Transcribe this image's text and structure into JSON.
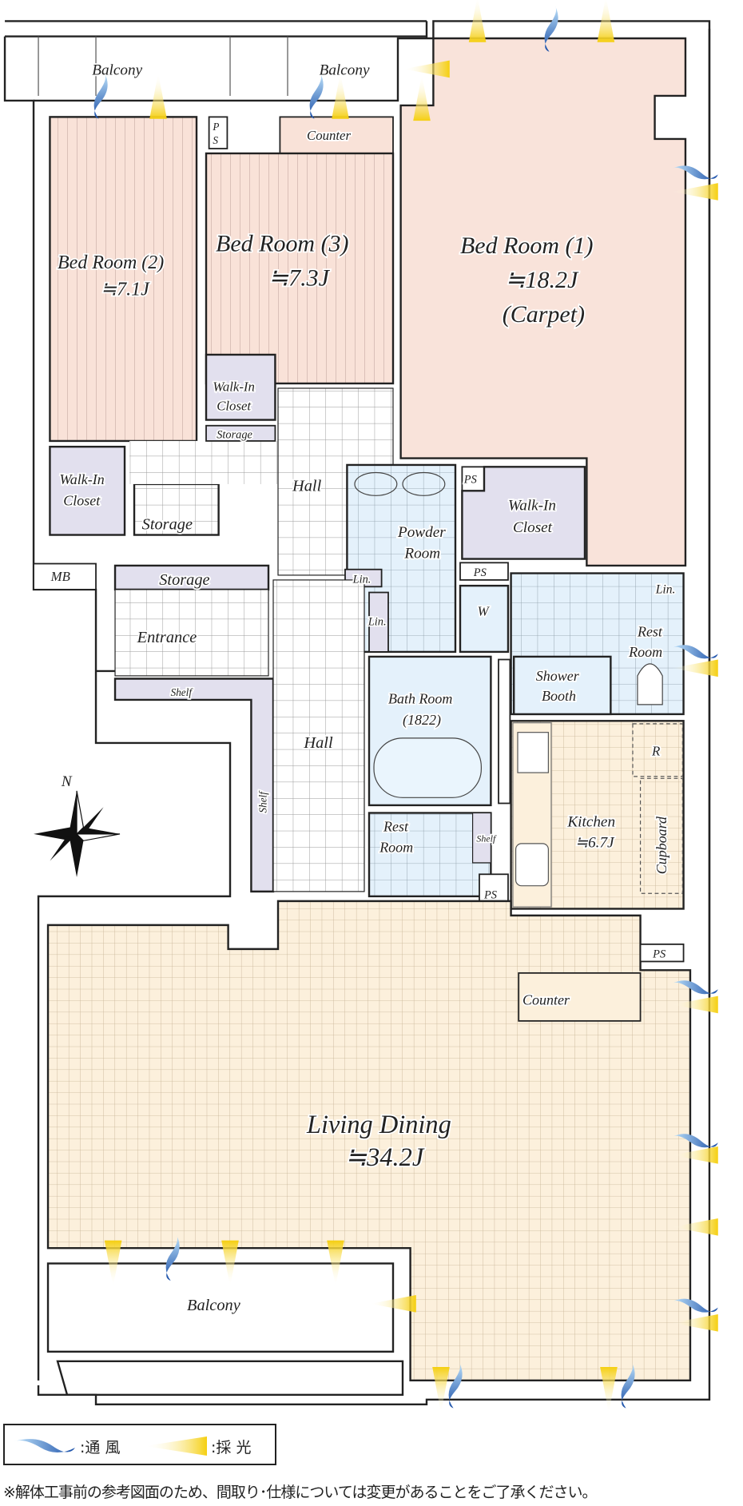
{
  "rooms": {
    "balcony_top_left": "Balcony",
    "balcony_top_mid": "Balcony",
    "counter_top": "Counter",
    "ps_top": "P",
    "ps_top2": "S",
    "bed1_name": "Bed Room (1)",
    "bed1_size": "≒18.2J",
    "bed1_note": "(Carpet)",
    "bed2_name": "Bed Room (2)",
    "bed2_size": "≒7.1J",
    "bed3_name": "Bed Room (3)",
    "bed3_size": "≒7.3J",
    "wic_bed3_1": "Walk-In",
    "wic_bed3_2": "Closet",
    "storage_small": "Storage",
    "wic_bed2_1": "Walk-In",
    "wic_bed2_2": "Closet",
    "storage_left": "Storage",
    "hall_upper": "Hall",
    "powder_1": "Powder",
    "powder_2": "Room",
    "ps_a": "PS",
    "wic_bed1_1": "Walk-In",
    "wic_bed1_2": "Closet",
    "ps_b": "PS",
    "washer": "W",
    "lin_a": "Lin.",
    "lin_b": "Lin.",
    "lin_c": "Lin.",
    "restroom_right_1": "Rest",
    "restroom_right_2": "Room",
    "shower_1": "Shower",
    "shower_2": "Booth",
    "bath_1": "Bath Room",
    "bath_2": "(1822)",
    "mb": "MB",
    "storage_entrance": "Storage",
    "entrance": "Entrance",
    "shelf_h": "Shelf",
    "shelf_v": "Shelf",
    "hall_lower": "Hall",
    "fridge": "R",
    "cupboard": "Cupboard",
    "kitchen_name": "Kitchen",
    "kitchen_size": "≒6.7J",
    "restroom_lower_1": "Rest",
    "restroom_lower_2": "Room",
    "shelf_wc": "Shelf",
    "ps_c": "PS",
    "ps_d": "PS",
    "counter_living": "Counter",
    "living_name": "Living Dining",
    "living_size": "≒34.2J",
    "balcony_bottom": "Balcony",
    "compass_n": "N"
  },
  "legend": {
    "wind": ":通 風",
    "light": ":採 光"
  },
  "note": "※解体工事前の参考図面のため、間取り･仕様については変更があることをご了承ください。",
  "colors": {
    "bedroom": "#f9e2d8",
    "closet": "#e2e0ee",
    "wet": "#e4f1fb",
    "living": "#fcf0dc",
    "wall": "#222222",
    "wind": "#1f5fb0",
    "light": "#f5d020"
  }
}
